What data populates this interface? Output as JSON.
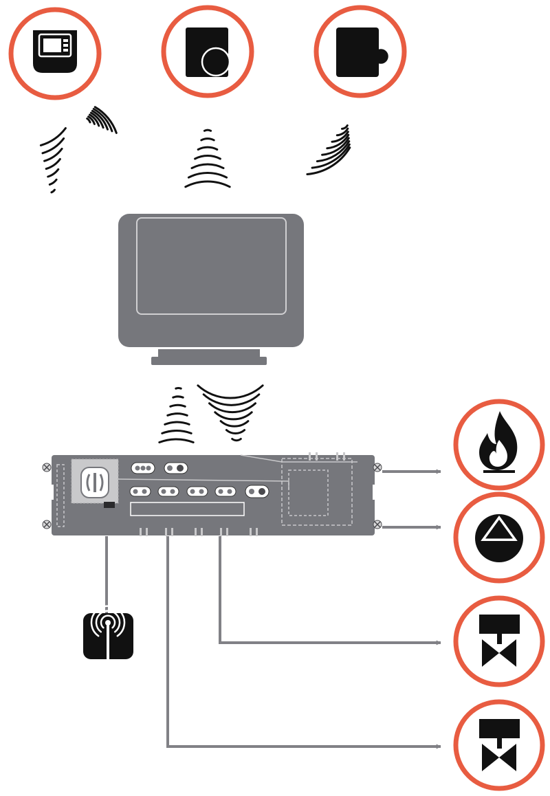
{
  "diagram": {
    "colors": {
      "ring": "#e85c41",
      "device_dark": "#111111",
      "panel_gray": "#76777c",
      "line_gray": "#818186",
      "light_gray": "#c9c9cb",
      "background": "#ffffff"
    },
    "wireless_sensors": [
      {
        "name": "room-thermostat-sensor",
        "icon": "thermostat-display-icon"
      },
      {
        "name": "round-sensor",
        "icon": "round-sensor-icon"
      },
      {
        "name": "radiator-sensor",
        "icon": "radiator-sensor-icon"
      }
    ],
    "central_display": {
      "icon": "touchscreen-monitor-icon"
    },
    "controller": {
      "icon": "control-unit-icon"
    },
    "antenna": {
      "icon": "radio-antenna-icon"
    },
    "outputs": [
      {
        "name": "burner",
        "icon": "flame-icon"
      },
      {
        "name": "circulation-pump",
        "icon": "pump-icon"
      },
      {
        "name": "mixing-valve-1",
        "icon": "valve-icon"
      },
      {
        "name": "mixing-valve-2",
        "icon": "valve-icon"
      }
    ]
  }
}
